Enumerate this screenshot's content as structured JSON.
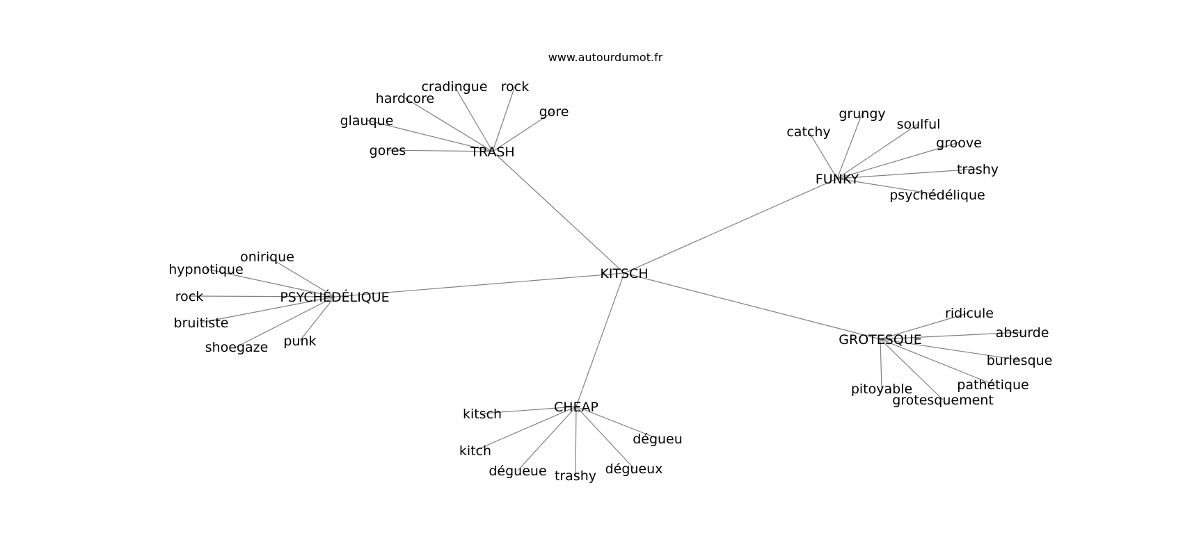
{
  "site": "www.autourdumot.fr",
  "center": {
    "id": "kitsch",
    "label": "KITSCH"
  },
  "hubs": [
    {
      "id": "trash",
      "label": "TRASH",
      "leaves": [
        {
          "id": "trash-gores",
          "label": "gores"
        },
        {
          "id": "trash-glauque",
          "label": "glauque"
        },
        {
          "id": "trash-hardcore",
          "label": "hardcore"
        },
        {
          "id": "trash-cradingue",
          "label": "cradingue"
        },
        {
          "id": "trash-rock",
          "label": "rock"
        },
        {
          "id": "trash-gore",
          "label": "gore"
        }
      ]
    },
    {
      "id": "funky",
      "label": "FUNKY",
      "leaves": [
        {
          "id": "funky-catchy",
          "label": "catchy"
        },
        {
          "id": "funky-grungy",
          "label": "grungy"
        },
        {
          "id": "funky-soulful",
          "label": "soulful"
        },
        {
          "id": "funky-groove",
          "label": "groove"
        },
        {
          "id": "funky-trashy",
          "label": "trashy"
        },
        {
          "id": "funky-psychedelique",
          "label": "psychédélique"
        }
      ]
    },
    {
      "id": "psychedelique",
      "label": "PSYCHÉDÉLIQUE",
      "leaves": [
        {
          "id": "psy-onirique",
          "label": "onirique"
        },
        {
          "id": "psy-hypnotique",
          "label": "hypnotique"
        },
        {
          "id": "psy-rock",
          "label": "rock"
        },
        {
          "id": "psy-bruitiste",
          "label": "bruitiste"
        },
        {
          "id": "psy-shoegaze",
          "label": "shoegaze"
        },
        {
          "id": "psy-punk",
          "label": "punk"
        }
      ]
    },
    {
      "id": "grotesque",
      "label": "GROTESQUE",
      "leaves": [
        {
          "id": "gro-ridicule",
          "label": "ridicule"
        },
        {
          "id": "gro-absurde",
          "label": "absurde"
        },
        {
          "id": "gro-burlesque",
          "label": "burlesque"
        },
        {
          "id": "gro-pathetique",
          "label": "pathétique"
        },
        {
          "id": "gro-grotesquement",
          "label": "grotesquement"
        },
        {
          "id": "gro-pitoyable",
          "label": "pitoyable"
        }
      ]
    },
    {
      "id": "cheap",
      "label": "CHEAP",
      "leaves": [
        {
          "id": "cheap-kitsch",
          "label": "kitsch"
        },
        {
          "id": "cheap-kitch",
          "label": "kitch"
        },
        {
          "id": "cheap-degueue",
          "label": "dégueue"
        },
        {
          "id": "cheap-trashy",
          "label": "trashy"
        },
        {
          "id": "cheap-degueux",
          "label": "dégueux"
        },
        {
          "id": "cheap-degueu",
          "label": "dégueu"
        }
      ]
    }
  ],
  "colors": {
    "edge": "#808080",
    "text": "#000000",
    "background": "#ffffff"
  }
}
